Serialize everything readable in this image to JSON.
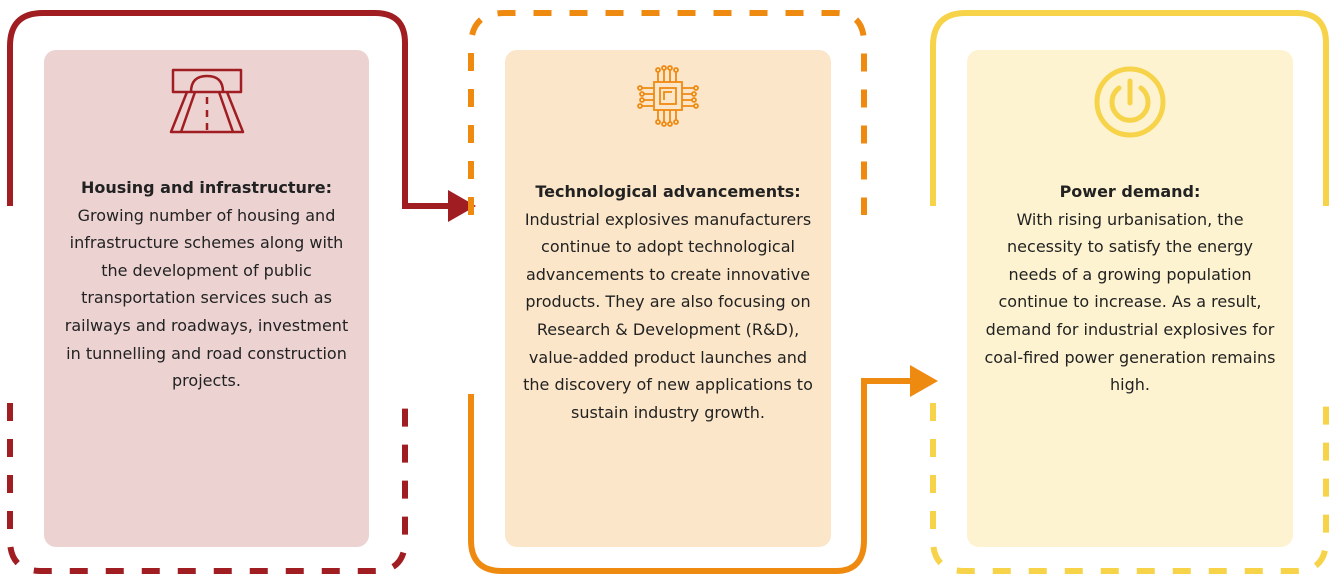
{
  "colors": {
    "housing": "#a01d22",
    "technology": "#ef8a11",
    "power": "#f7d34a",
    "housing_bg": "#ecd3d2",
    "technology_bg": "#fbe6c9",
    "power_bg": "#fdf3d1"
  },
  "cards": [
    {
      "icon": "road-tunnel-icon",
      "title": "Housing and infrastructure:",
      "body": "Growing number of housing and infrastructure schemes along with the development of public transportation services such as railways and roadways, investment in tunnelling and road construction projects."
    },
    {
      "icon": "microchip-icon",
      "title": "Technological advancements:",
      "body": "Industrial explosives manufacturers continue to adopt technological advancements to create innovative products. They are also focusing on Research & Development (R&D), value-added product launches and the discovery of new applications to sustain industry growth."
    },
    {
      "icon": "power-icon",
      "title": "Power demand:",
      "body": "With rising urbanisation, the necessity to satisfy the energy needs of a growing population continue to increase. As a result, demand for industrial explosives for coal-fired power generation remains high."
    }
  ]
}
